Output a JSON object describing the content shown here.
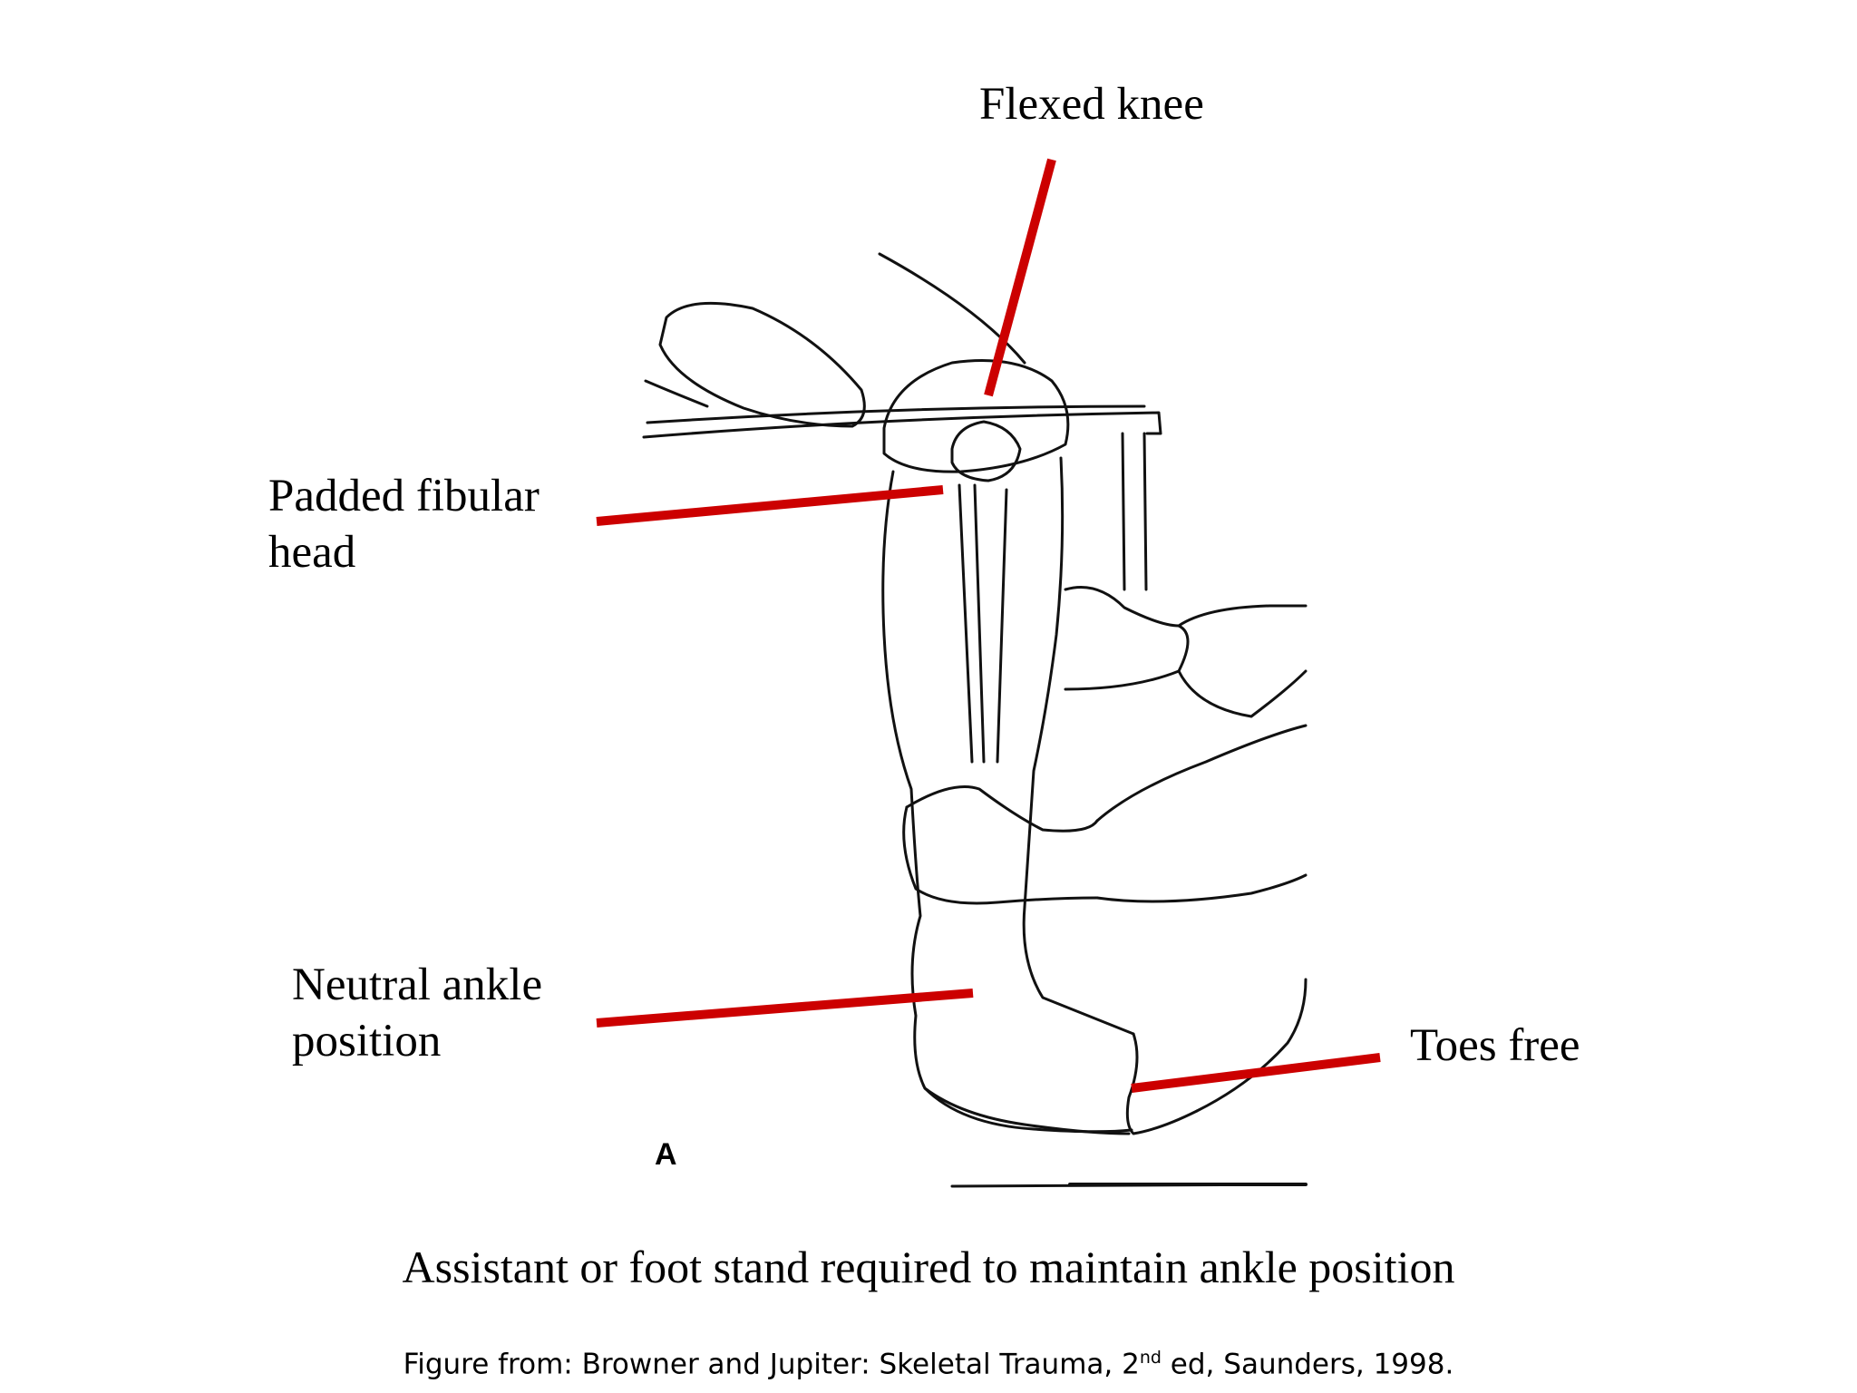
{
  "labels": {
    "flexed_knee": "Flexed knee",
    "padded_fibular_head": [
      "Padded fibular",
      "head"
    ],
    "neutral_ankle": [
      "Neutral ankle",
      "position"
    ],
    "toes_free": "Toes free"
  },
  "panel_letter": "A",
  "caption": "Assistant or foot stand required to maintain ankle position",
  "credit": {
    "before_sup": "Figure from: Browner and Jupiter: Skeletal Trauma, 2",
    "sup": "nd",
    "after_sup": " ed, Saunders,  1998."
  },
  "colors": {
    "pointer_lines": "#cc0000",
    "text": "#000000",
    "background": "#ffffff"
  }
}
